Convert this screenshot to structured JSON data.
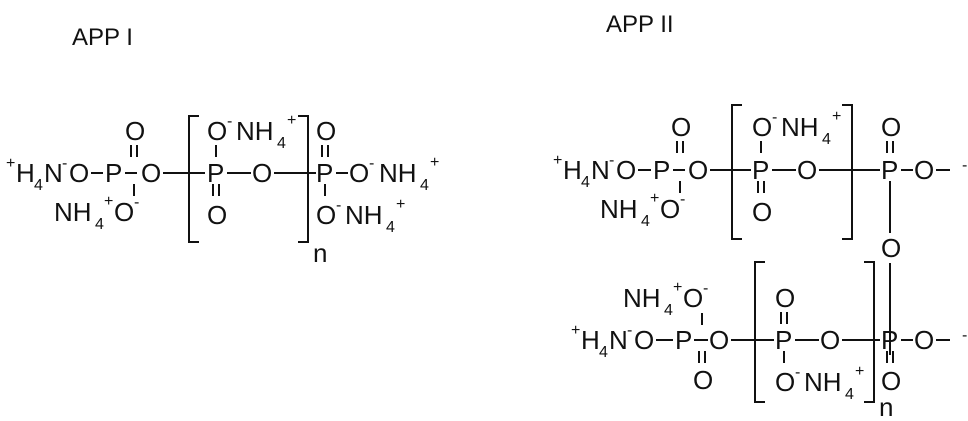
{
  "diagram": {
    "labels": {
      "app_i": "APP I",
      "app_ii": "APP II"
    },
    "atoms": {
      "p": "P",
      "o": "O",
      "nh": "NH",
      "h": "H",
      "n": "N",
      "sub4": "4",
      "plus": "+",
      "minus": "-",
      "repeat_n": "n"
    }
  }
}
